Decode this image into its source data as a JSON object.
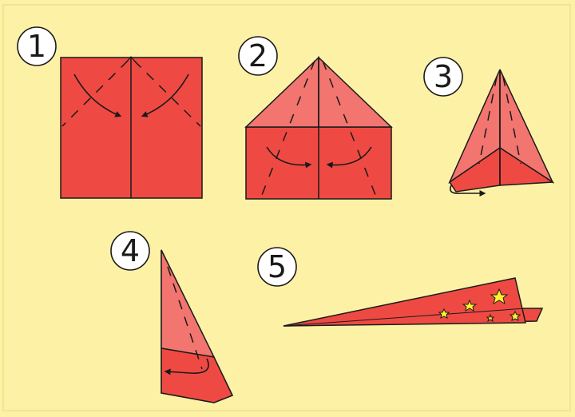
{
  "colors": {
    "background": "#fdf1a6",
    "paper": "#ee4a43",
    "paper_light": "#f27570",
    "line": "#1a1a1a",
    "star": "#fff22f",
    "badge": "#ffffff"
  },
  "steps": [
    {
      "number": "1",
      "icon": "square-sheet-fold-icon"
    },
    {
      "number": "2",
      "icon": "folded-top-triangle-icon"
    },
    {
      "number": "3",
      "icon": "folded-arrow-shape-icon"
    },
    {
      "number": "4",
      "icon": "half-folded-plane-icon"
    },
    {
      "number": "5",
      "icon": "finished-paper-plane-icon"
    }
  ]
}
